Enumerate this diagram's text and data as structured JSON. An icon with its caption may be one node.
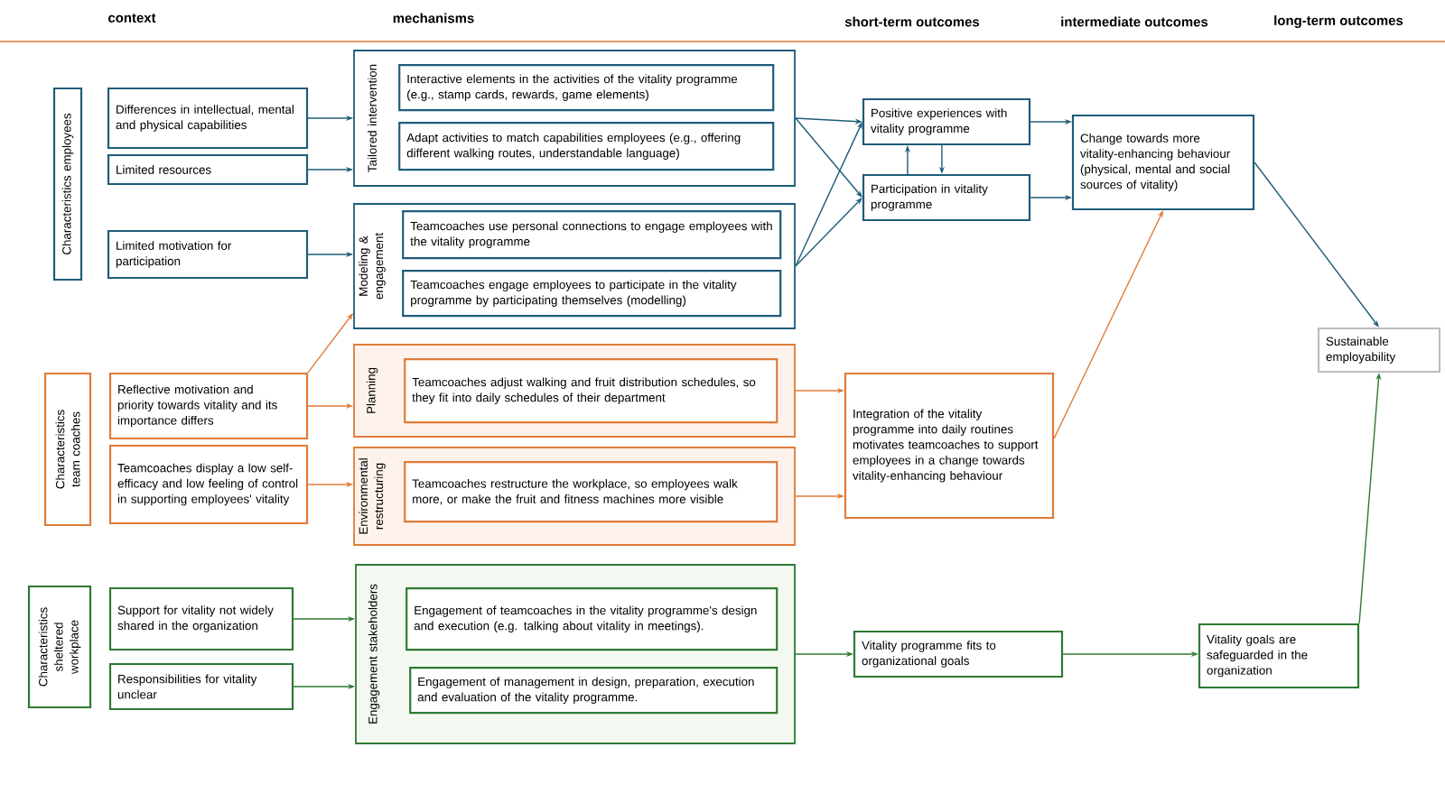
{
  "diagram": {
    "nodes": [
      {
        "text": [
          "Characteristics employees"
        ]
      },
      {
        "text": [
          "Differences in intellectual, mental and physical capabilities"
        ]
      },
      {
        "text": [
          "Limited resources"
        ]
      },
      {
        "text": [
          "Limited motivation for participation"
        ]
      },
      {
        "text": [
          "Characteristics team coaches"
        ]
      },
      {
        "text": [
          "Reflective motivation and priority towards vitality and its importance differs"
        ]
      },
      {
        "text": [
          "Teamcoaches display a low self-efficacy and low feeling of control in supporting employees' vitality"
        ]
      },
      {
        "text": [
          "Characteristics sheltered workplace"
        ]
      },
      {
        "text": [
          "Support for vitality not widely shared in the organization"
        ]
      },
      {
        "text": [
          "Responsibilities for vitality unclear"
        ]
      },
      {
        "text": [
          "Tailored intervention"
        ]
      },
      {
        "text": [
          "Interactive elements in the activities of the vitality programme (e.g., stamp cards, rewards, game elements)"
        ],
        "in": 10
      },
      {
        "text": [
          "Adapt activities to match capabilities employees (e.g., offering different walking routes, understandable language)"
        ],
        "in": 10
      },
      {
        "text": [
          "Modeling & engagement"
        ]
      },
      {
        "text": [
          "Teamcoaches use personal connections to engage employees with the vitality programme"
        ],
        "in": 13
      },
      {
        "text": [
          "Teamcoaches engage employees to participate in the vitality programme by participating themselves (modelling)"
        ],
        "in": 13
      },
      {
        "text": [
          "Planning"
        ]
      },
      {
        "text": [
          "Teamcoaches adjust walking and fruit distribution schedules, so they fit into daily schedules of their department"
        ],
        "in": 16
      },
      {
        "text": [
          "Environmental restructuring"
        ]
      },
      {
        "text": [
          "Teamcoaches restructure the workplace, so employees walk more, or make the fruit and fitness machines more visible"
        ],
        "in": 18
      },
      {
        "text": [
          "Engagement stakeholders"
        ]
      },
      {
        "text": [
          "Engagement of teamcoaches in the vitality programme's design and execution  (e.g. talking about vitality in meetings)."
        ],
        "in": 20
      },
      {
        "text": [
          "Engagement of management in design, preparation, execution and evaluation of the vitality programme."
        ],
        "in": 20
      },
      {
        "text": [
          "Positive experiences with vitality programme"
        ]
      },
      {
        "text": [
          "Participation in vitality programme"
        ]
      },
      {
        "text": [
          "Change towards more vitality-enhancing behaviour (physical, mental and social sources of vitality)"
        ]
      },
      {
        "text": [
          "Integration of the vitality programme into daily routines motivates teamcoaches to support employees in a change towards vitality-enhancing behaviour"
        ]
      },
      {
        "text": [
          "Sustainable employability"
        ]
      },
      {
        "text": [
          "Vitality programme fits to organizational goals"
        ]
      },
      {
        "text": [
          "Vitality goals are safeguarded in the organization"
        ]
      }
    ],
    "edges": [
      {
        "from": 1,
        "to": 10,
        "arrow": "to"
      },
      {
        "from": 2,
        "to": 10,
        "arrow": "to"
      },
      {
        "from": 3,
        "to": 13,
        "arrow": "to"
      },
      {
        "from": 5,
        "to": 13,
        "arrow": "to",
        "color": "#e07b39"
      },
      {
        "from": 5,
        "to": 16,
        "arrow": "to",
        "color": "#e07b39"
      },
      {
        "from": 6,
        "to": 18,
        "arrow": "to",
        "color": "#e07b39"
      },
      {
        "from": 8,
        "to": 20,
        "arrow": "to",
        "color": "#2e7a32"
      },
      {
        "from": 9,
        "to": 20,
        "arrow": "to",
        "color": "#2e7a32"
      },
      {
        "from": 10,
        "to": 23,
        "arrow": "to"
      },
      {
        "from": 10,
        "to": 24,
        "arrow": "to"
      },
      {
        "from": 13,
        "to": 23,
        "arrow": "to"
      },
      {
        "from": 13,
        "to": 24,
        "arrow": "to"
      },
      {
        "from": 23,
        "to": 25,
        "arrow": "to"
      },
      {
        "from": 24,
        "to": 25,
        "arrow": "to"
      },
      {
        "from": 24,
        "to": 23,
        "arrow": "to"
      },
      {
        "from": 23,
        "to": 24,
        "arrow": "to"
      },
      {
        "from": 16,
        "to": 26,
        "arrow": "to",
        "color": "#e07b39"
      },
      {
        "from": 18,
        "to": 26,
        "arrow": "to",
        "color": "#e07b39"
      },
      {
        "from": 26,
        "to": 25,
        "arrow": "to",
        "color": "#e07b39"
      },
      {
        "from": 25,
        "to": 27,
        "arrow": "to"
      },
      {
        "from": 20,
        "to": 28,
        "arrow": "to",
        "color": "#2e7a32"
      },
      {
        "from": 28,
        "to": 29,
        "arrow": "to",
        "color": "#2e7a32"
      },
      {
        "from": 29,
        "to": 27,
        "arrow": "to",
        "color": "#2e7a32"
      }
    ],
    "labels": [
      "context",
      "mechanisms",
      "short-term outcomes",
      "intermediate outcomes",
      "long-term outcomes"
    ]
  }
}
